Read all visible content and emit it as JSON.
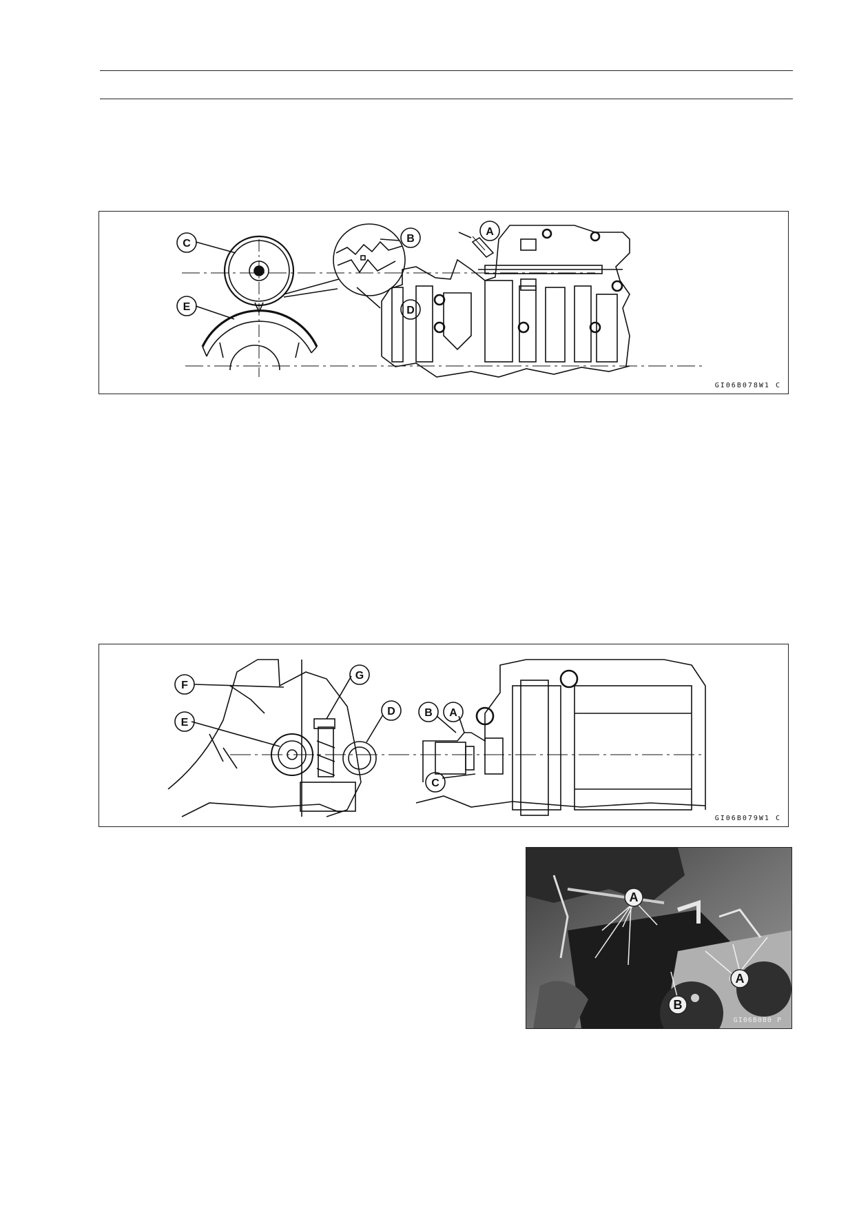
{
  "figure1": {
    "labels": {
      "a": "A",
      "b": "B",
      "c": "C",
      "d": "D",
      "e": "E"
    },
    "code": "GI06B078W1 C"
  },
  "figure2": {
    "labels": {
      "a": "A",
      "b": "B",
      "c": "C",
      "d": "D",
      "e": "E",
      "f": "F",
      "g": "G"
    },
    "code": "GI06B079W1 C"
  },
  "photo": {
    "labels": {
      "a": "A",
      "b": "B"
    },
    "code": "GI06B080 P"
  }
}
